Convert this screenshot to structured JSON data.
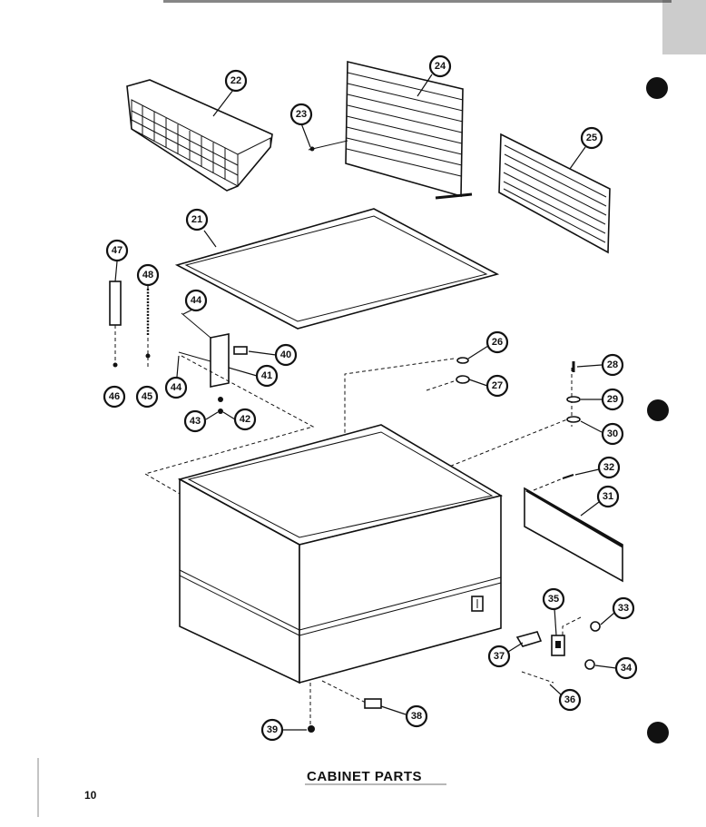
{
  "diagram": {
    "title": "CABINET PARTS",
    "page_number": "10",
    "callouts": [
      {
        "id": "21",
        "label": "21"
      },
      {
        "id": "22",
        "label": "22"
      },
      {
        "id": "23",
        "label": "23"
      },
      {
        "id": "24",
        "label": "24"
      },
      {
        "id": "25",
        "label": "25"
      },
      {
        "id": "26",
        "label": "26"
      },
      {
        "id": "27",
        "label": "27"
      },
      {
        "id": "28",
        "label": "28"
      },
      {
        "id": "29",
        "label": "29"
      },
      {
        "id": "30",
        "label": "30"
      },
      {
        "id": "31",
        "label": "31"
      },
      {
        "id": "32",
        "label": "32"
      },
      {
        "id": "33",
        "label": "33"
      },
      {
        "id": "34",
        "label": "34"
      },
      {
        "id": "35",
        "label": "35"
      },
      {
        "id": "36",
        "label": "36"
      },
      {
        "id": "37",
        "label": "37"
      },
      {
        "id": "38",
        "label": "38"
      },
      {
        "id": "39",
        "label": "39"
      },
      {
        "id": "40",
        "label": "40"
      },
      {
        "id": "41",
        "label": "41"
      },
      {
        "id": "42",
        "label": "42"
      },
      {
        "id": "43",
        "label": "43"
      },
      {
        "id": "44a",
        "label": "44"
      },
      {
        "id": "44b",
        "label": "44"
      },
      {
        "id": "45",
        "label": "45"
      },
      {
        "id": "46",
        "label": "46"
      },
      {
        "id": "47",
        "label": "47"
      },
      {
        "id": "48",
        "label": "48"
      }
    ]
  }
}
